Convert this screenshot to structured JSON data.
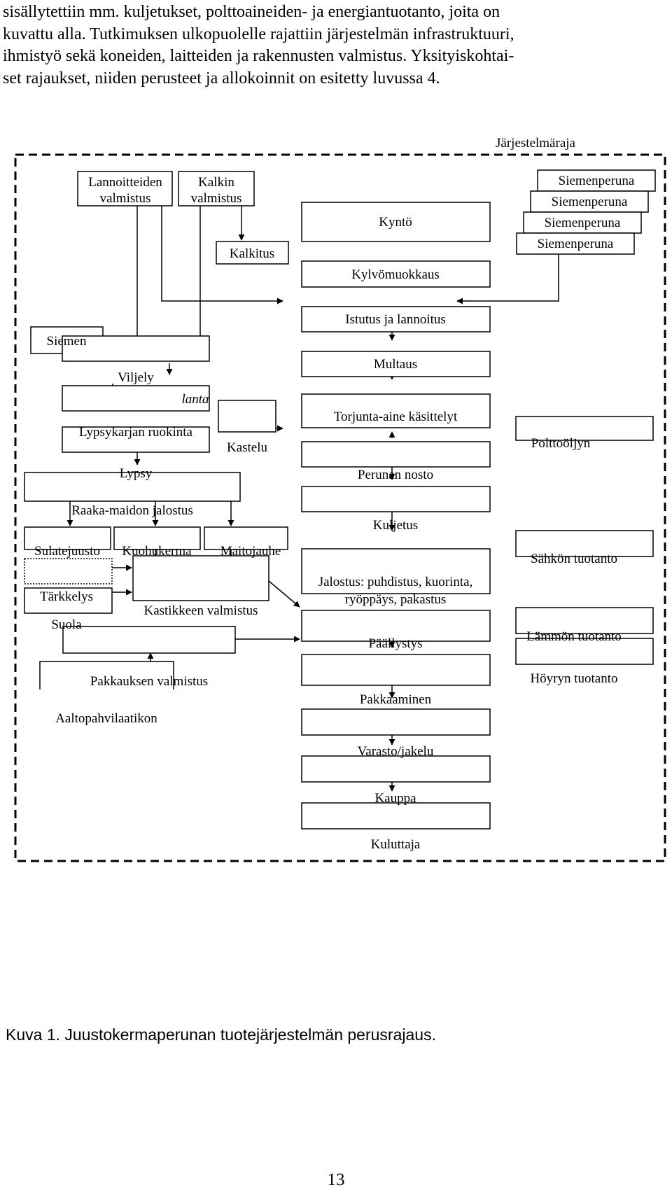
{
  "intro_lines": [
    "sisällytettiin mm. kuljetukset, polttoaineiden- ja energiantuotanto, joita on",
    "kuvattu alla. Tutkimuksen ulkopuolelle rajattiin järjestelmän infrastruktuuri,",
    "ihmistyö sekä koneiden, laitteiden ja rakennusten valmistus. Yksityiskohtai-",
    "set rajaukset, niiden perusteet ja allokoinnit on esitetty luvussa 4."
  ],
  "diagram": {
    "boundary_label": "Järjestelmäraja",
    "boxes": {
      "lannoitteiden": [
        "Lannoitteiden",
        "valmistus"
      ],
      "kalkin": [
        "Kalkin",
        "valmistus"
      ],
      "kalkitus": "Kalkitus",
      "kynto": "Kyntö",
      "kylvomuokkaus": "Kylvömuokkaus",
      "siemenperuna": "Siemenperuna",
      "siemen": "Siemen",
      "viljely": "Viljely",
      "lanta": "lanta",
      "lypsykarjan": "Lypsykarjan ruokinta",
      "kastelu": "Kastelu",
      "lypsy": "Lypsy",
      "istutus": "Istutus ja lannoitus",
      "multaus": "Multaus",
      "torjunta": "Torjunta-aine käsittelyt",
      "perunan_nosto": "Perunan nosto",
      "polttooljyn": "Polttoöljyn",
      "raakamaidon": "Raaka-maidon jalostus",
      "sulatejuusto": "Sulatejuusto",
      "kuohukerma": "Kuohukerma",
      "maitojauhe": "Maitojauhe",
      "kuljetus": "Kuljetus",
      "sahkon": "Sähkön tuotanto",
      "tarkkelys": "Tärkkelys",
      "suola": "Suola",
      "kastikkeen": "Kastikkeen valmistus",
      "jalostus": [
        "Jalostus: puhdistus, kuorinta,",
        "ryöppäys, pakastus"
      ],
      "paallystys": "Päällystys",
      "lammon": "Lämmön tuotanto",
      "pakkauksen": "Pakkauksen valmistus",
      "aaltopahvi": "Aaltopahvilaatikon",
      "pakkaaminen": "Pakkaaminen",
      "hoyryn": "Höyryn tuotanto",
      "varasto": "Varasto/jakelu",
      "kauppa": "Kauppa",
      "kuluttaja": "Kuluttaja"
    }
  },
  "caption": "Kuva 1. Juustokermaperunan tuotejärjestelmän perusrajaus.",
  "page_number": "13"
}
